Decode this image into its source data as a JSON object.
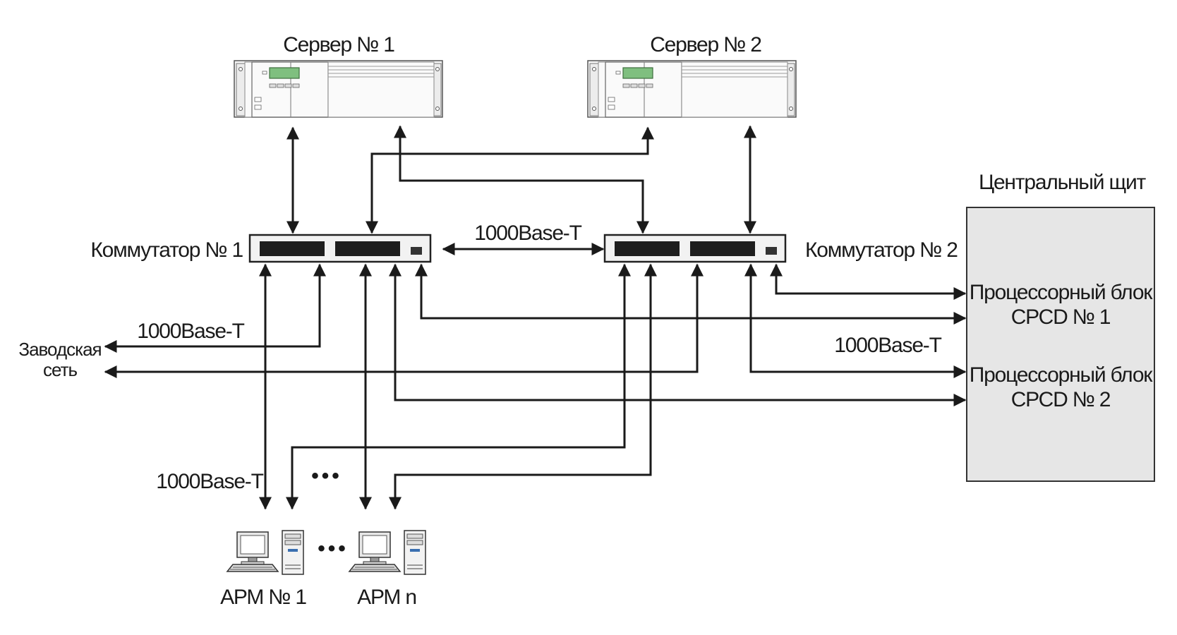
{
  "servers": [
    {
      "label": "Сервер № 1"
    },
    {
      "label": "Сервер № 2"
    }
  ],
  "switches": [
    {
      "label": "Коммутатор № 1"
    },
    {
      "label": "Коммутатор № 2"
    }
  ],
  "central_panel": {
    "title": "Центральный щит",
    "fill_color": "#e6e6e6",
    "blocks": [
      {
        "line1": "Процессорный блок",
        "line2": "СРСD № 1"
      },
      {
        "line1": "Процессорный блок",
        "line2": "СРСD № 2"
      }
    ]
  },
  "plant_network": {
    "line1": "Заводская",
    "line2": "сеть"
  },
  "links": {
    "switch_interlink": "1000Base-T",
    "plant_link": "1000Base-T",
    "panel_link": "1000Base-T",
    "workstation_link": "1000Base-T"
  },
  "ellipsis": "•••",
  "workstations": [
    {
      "label": "АРМ № 1"
    },
    {
      "label": "АРМ n"
    }
  ],
  "icons": {
    "server": "rack-server-icon",
    "switch": "network-switch-icon",
    "workstation": "workstation-pc-icon"
  }
}
